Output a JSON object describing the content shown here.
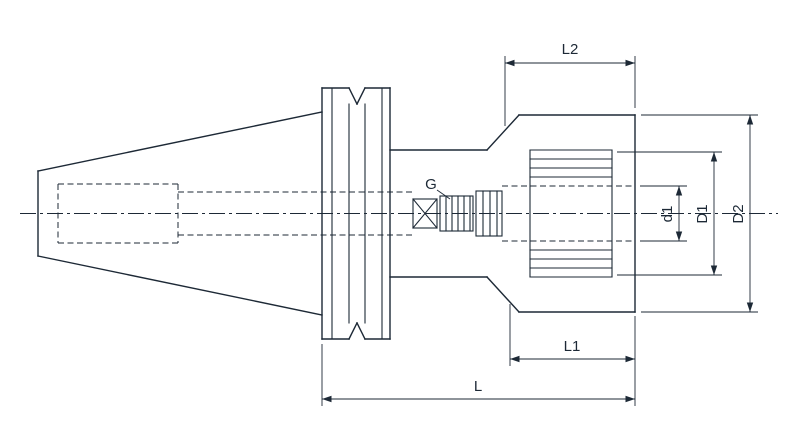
{
  "drawing": {
    "background_color": "#ffffff",
    "line_color": "#1d2936",
    "dimension_labels": {
      "head_length": "L2",
      "thread": "G",
      "bore_diameter": "d1",
      "body_diameter": "D1",
      "outside_diameter": "D2",
      "clamp_length": "L1",
      "overall_length": "L"
    }
  }
}
